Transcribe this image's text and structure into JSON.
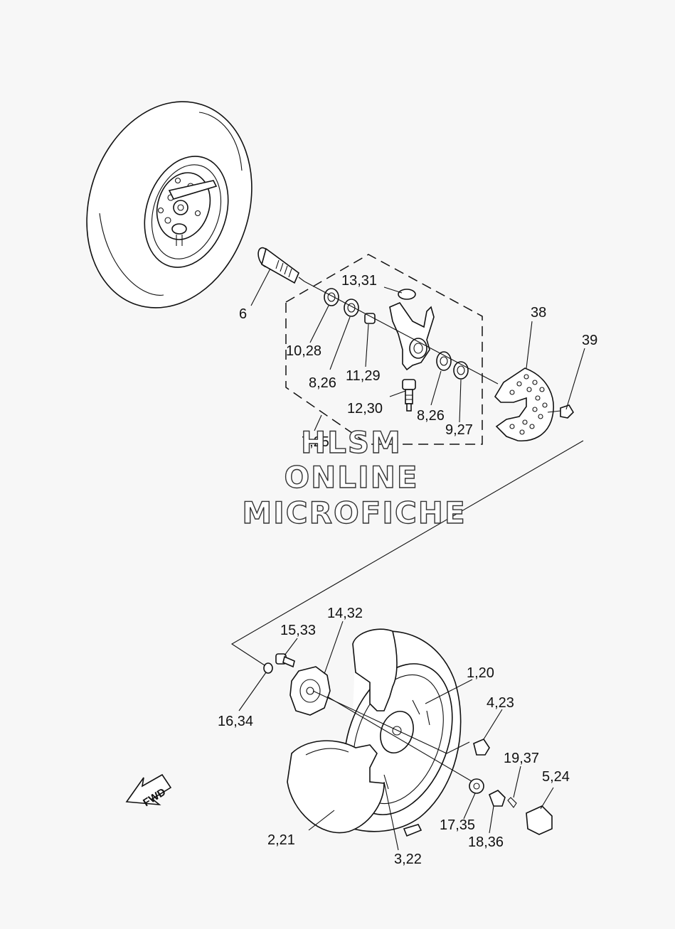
{
  "watermark": {
    "line1": "HLSM",
    "line2": "ONLINE",
    "line3": "MICROFICHE"
  },
  "direction_arrow": {
    "label": "FWD"
  },
  "callouts": [
    {
      "id": "c6",
      "text": "6"
    },
    {
      "id": "c13",
      "text": "13,31"
    },
    {
      "id": "c10",
      "text": "10,28"
    },
    {
      "id": "c8a",
      "text": "8,26"
    },
    {
      "id": "c11",
      "text": "11,29"
    },
    {
      "id": "c38",
      "text": "38"
    },
    {
      "id": "c39",
      "text": "39"
    },
    {
      "id": "c12",
      "text": "12,30"
    },
    {
      "id": "c8b",
      "text": "8,26"
    },
    {
      "id": "c9",
      "text": "9,27"
    },
    {
      "id": "c7",
      "text": "7,25"
    },
    {
      "id": "c14",
      "text": "14,32"
    },
    {
      "id": "c15",
      "text": "15,33"
    },
    {
      "id": "c1",
      "text": "1,20"
    },
    {
      "id": "c16",
      "text": "16,34"
    },
    {
      "id": "c4",
      "text": "4,23"
    },
    {
      "id": "c19",
      "text": "19,37"
    },
    {
      "id": "c5",
      "text": "5,24"
    },
    {
      "id": "c17",
      "text": "17,35"
    },
    {
      "id": "c18",
      "text": "18,36"
    },
    {
      "id": "c2",
      "text": "2,21"
    },
    {
      "id": "c3",
      "text": "3,22"
    }
  ]
}
